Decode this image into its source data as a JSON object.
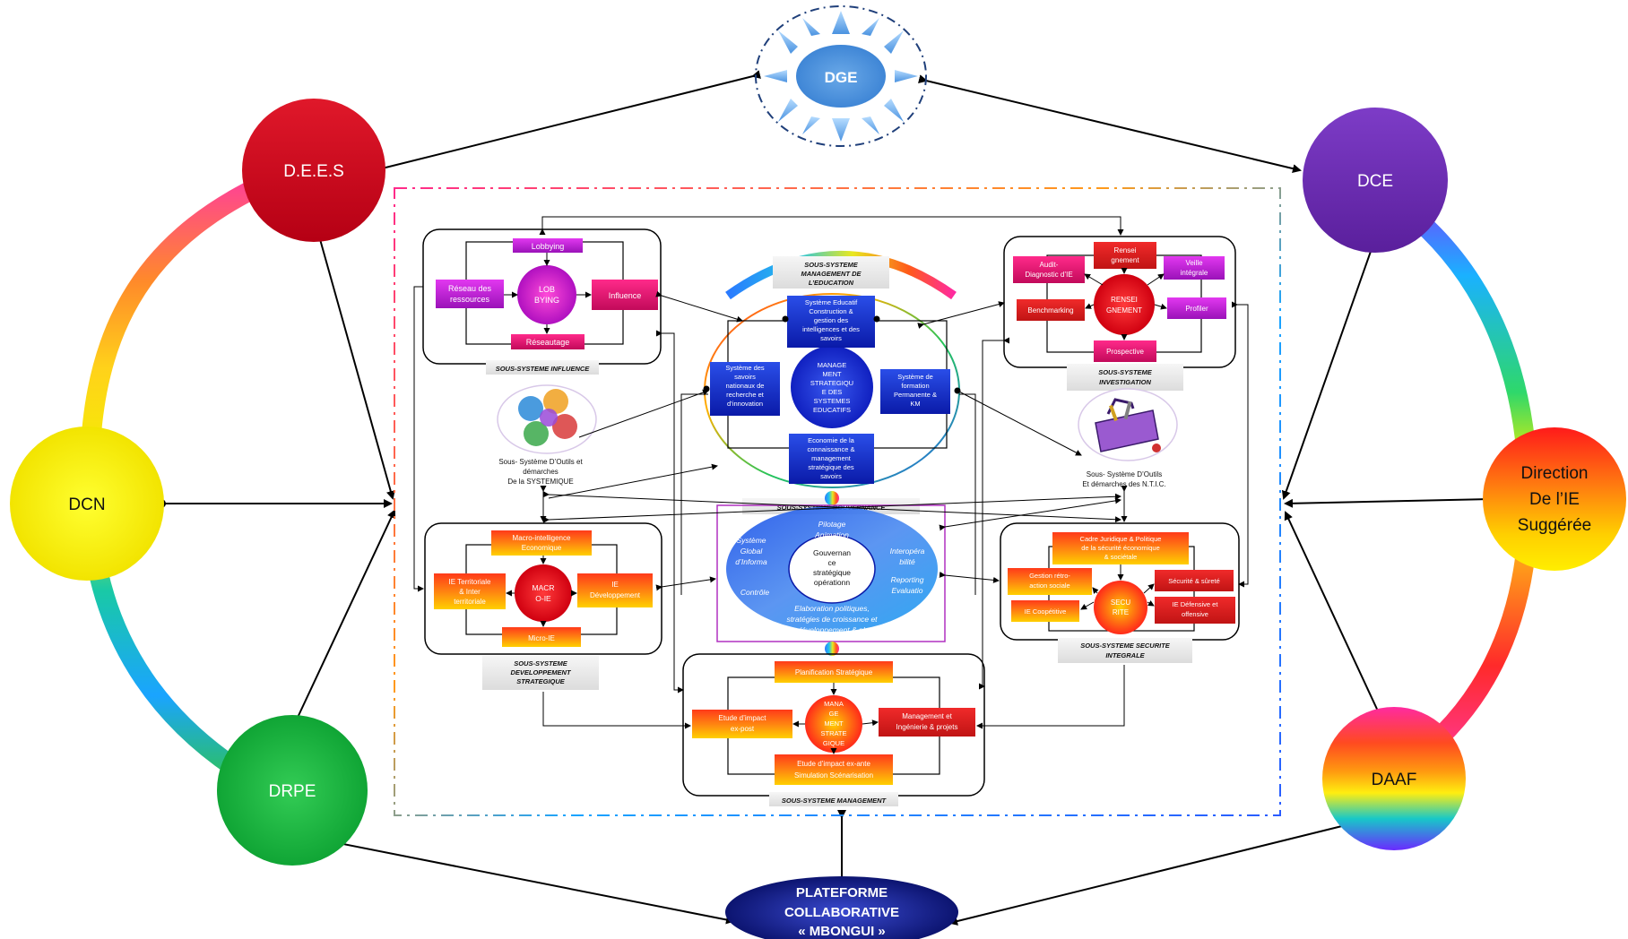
{
  "outer_nodes": {
    "dge": "DGE",
    "dees": "D.E.E.S",
    "dce": "DCE",
    "dcn": "DCN",
    "direction_ie": [
      "Direction",
      "De l’IE",
      "Suggérée"
    ],
    "drpe": "DRPE",
    "daaf": "DAAF",
    "plateforme": [
      "PLATEFORME",
      "COLLABORATIVE",
      "« MBONGUI »"
    ]
  },
  "influence": {
    "caption": "SOUS-SYSTEME INFLUENCE",
    "hub": [
      "LOB",
      "BYING"
    ],
    "lobbying": "Lobbying",
    "reseau": [
      "Réseau des",
      "ressources"
    ],
    "influence": "Influence",
    "reseautage": "Réseautage"
  },
  "systemique": [
    "Sous- Système  D’Outils et",
    "démarches",
    "De la SYSTEMIQUE"
  ],
  "education": {
    "caption": [
      "SOUS-SYSTEME",
      "MANAGEMENT DE",
      "L’EDUCATION"
    ],
    "hub": [
      "MANAGE",
      "MENT",
      "STRATEGIQU",
      "E DES",
      "SYSTEMES",
      "EDUCATIFS"
    ],
    "top": [
      "Système Educatif",
      "Construction &",
      "gestion des",
      "intelligences et des",
      "savoirs"
    ],
    "left": [
      "Système des",
      "savoirs",
      "nationaux de",
      "recherche et",
      "d’innovation"
    ],
    "right": [
      "Système de",
      "formation",
      "Permanente &",
      "KM"
    ],
    "bottom": [
      "Economie de la",
      "connaissance &",
      "management",
      "stratégique des",
      "savoirs"
    ]
  },
  "investigation": {
    "caption": [
      "SOUS-SYSTEME",
      "INVESTIGATION"
    ],
    "hub": [
      "RENSEI",
      "GNEMENT"
    ],
    "renseignement": [
      "Rensei",
      "gnement"
    ],
    "audit": [
      "Audit-",
      "Diagnostic d’IE"
    ],
    "veille": [
      "Veille",
      "intégrale"
    ],
    "benchmarking": "Benchmarking",
    "profiler": "Profiler",
    "prospective": "Prospective"
  },
  "ntic": [
    "Sous- Système  D’Outils",
    "Et démarches des N.T.I.C."
  ],
  "gouvernance": {
    "caption": "SOUS-SYSTEME GOUVERNANCE",
    "hub": [
      "Gouvernan",
      "ce",
      "stratégique",
      "opérationn"
    ],
    "pilotage": [
      "Pilotage",
      "Animation"
    ],
    "sgi": [
      "Système",
      "Global",
      "d’Informa"
    ],
    "controle": "Contrôle",
    "interop": [
      "Interopéra",
      "bilité"
    ],
    "reporting": [
      "Reporting",
      "Evaluatio"
    ],
    "elaboration": [
      "Elaboration  politiques,",
      "stratégies de croissance et",
      "de développement  &  plans"
    ]
  },
  "developpement": {
    "caption": [
      "SOUS-SYSTEME",
      "DEVELOPPEMENT",
      "STRATEGIQUE"
    ],
    "hub": [
      "MACR",
      "O-IE"
    ],
    "macro": [
      "Macro-intelligence",
      "Economique"
    ],
    "territoriale": [
      "IE Territoriale",
      "& Inter",
      "territoriale"
    ],
    "ie_dev": [
      "IE",
      "Développement"
    ],
    "micro": "Micro-IE"
  },
  "securite": {
    "caption": [
      "SOUS-SYSTEME SECURITE",
      "INTEGRALE"
    ],
    "hub": [
      "SECU",
      "RITE"
    ],
    "cadre": [
      "Cadre Juridique & Politique",
      "de la sécurité économique",
      "& sociétale"
    ],
    "gestion": [
      "Gestion rétro-",
      "action  sociale"
    ],
    "surete": "Sécurité & sûreté",
    "coopetitive": "IE Coopétitive",
    "defensive": [
      "IE  Défensive et",
      "offensive"
    ]
  },
  "management": {
    "caption": "SOUS-SYSTEME MANAGEMENT",
    "hub": [
      "MANA",
      "GE",
      "MENT",
      "STRATE",
      "GIQUE"
    ],
    "planification": "Planification Stratégique",
    "expost": [
      "Etude d’impact",
      "ex-post"
    ],
    "ingenierie": [
      "Management et",
      "Ingénierie & projets"
    ],
    "exante": [
      "Etude d’impact  ex-ante",
      "Simulation Scénarisation"
    ]
  }
}
